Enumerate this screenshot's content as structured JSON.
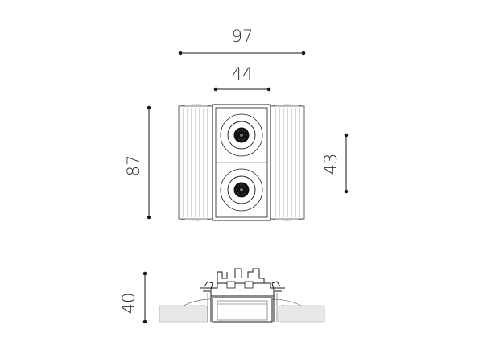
{
  "dimensions": {
    "width_total": "97",
    "width_inner": "44",
    "height_total": "87",
    "height_module": "43",
    "depth": "40"
  },
  "colors": {
    "line": "#1a1a1a",
    "text": "#333333",
    "ceiling": "#e8e8e8",
    "lens": "#111111"
  }
}
